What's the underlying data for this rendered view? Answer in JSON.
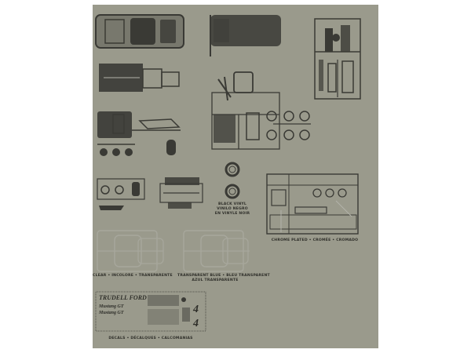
{
  "labels": {
    "black_vinyl_1": "BLACK VINYL",
    "black_vinyl_2": "VINILO NEGRO",
    "black_vinyl_3": "EN VINYLE NOIR",
    "chrome": "CHROME PLATED • CROMÉE • CROMADO",
    "clear": "CLEAR • INCOLORE • TRANSPARENTE",
    "blue_1": "TRANSPARENT BLUE • BLEU TRANSPARENT",
    "blue_2": "AZUL TRANSPARENTE",
    "decals": "DECALS • DÉCALQUES • CALCOMANIAS"
  },
  "decal_sheet": {
    "title": "TRUDELL FORD",
    "script_1": "Mustang GT",
    "script_2": "Mustang GT",
    "number_1": "4",
    "number_2": "4"
  },
  "colors": {
    "sheet": "#9a9a8c",
    "ink": "#3a3a35",
    "chrome_lines": "#b3b3aa"
  }
}
